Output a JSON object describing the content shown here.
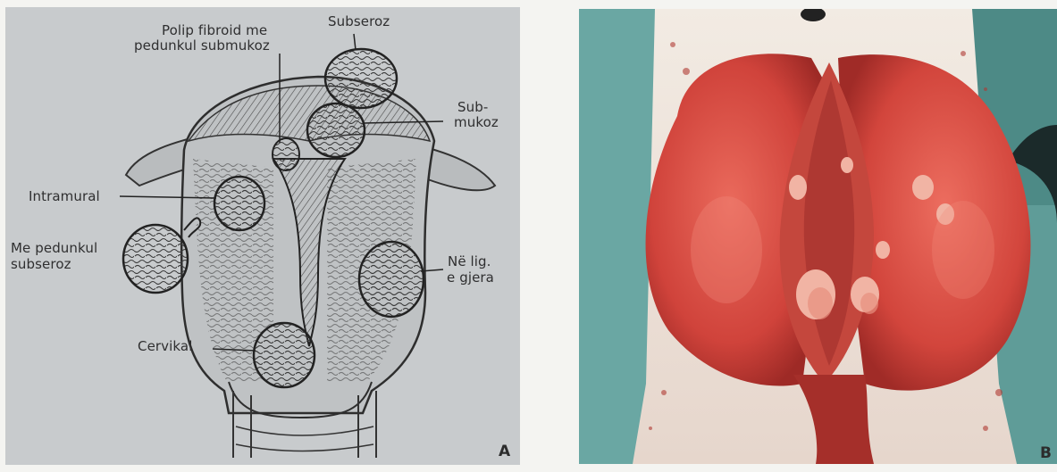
{
  "panel_a": {
    "letter": "A",
    "labels": {
      "polip_line1": "Polip fibroid me",
      "polip_line2": "pedunkul submukoz",
      "subseroz": "Subseroz",
      "submukoz_line1": "Sub-",
      "submukoz_line2": "mukoz",
      "intramural": "Intramural",
      "pedunkul_line1": "Me pedunkul",
      "pedunkul_line2": "subseroz",
      "lig_line1": "Në lig.",
      "lig_line2": "e gjera",
      "cervikal": "Cervikal"
    },
    "colors": {
      "background": "#c8cbcd",
      "ink": "#3a3a3a"
    }
  },
  "panel_b": {
    "letter": "B",
    "colors": {
      "background": "#5f9c98",
      "tissue": "#d8473d",
      "tray": "#efe6de"
    }
  }
}
